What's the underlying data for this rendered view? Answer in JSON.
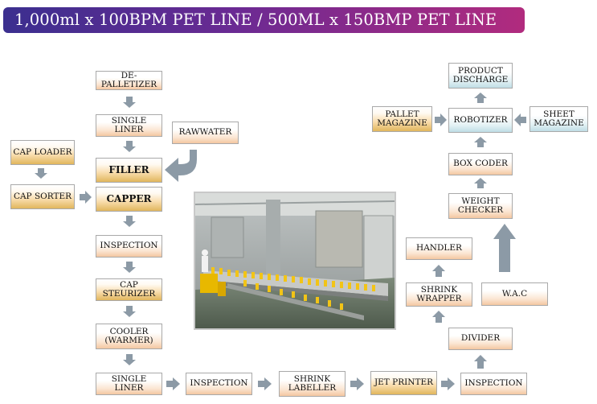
{
  "title": "1,000ml x 100BPM PET LINE / 500ML x 150BMP PET LINE",
  "boxes": {
    "depalletizer": "DE-PALLETIZER",
    "single_liner_1": "SINGLE LINER",
    "rawwater": "RAWWATER",
    "cap_loader": "CAP LOADER",
    "filler": "FILLER",
    "cap_sorter": "CAP SORTER",
    "capper": "CAPPER",
    "inspection_1": "INSPECTION",
    "cap_steurizer": "CAP STEURIZER",
    "cooler": "COOLER\n(WARMER)",
    "single_liner_2": "SINGLE LINER",
    "inspection_2": "INSPECTION",
    "shrink_labeller": "SHRINK\nLABELLER",
    "jet_printer": "JET PRINTER",
    "inspection_3": "INSPECTION",
    "divider": "DIVIDER",
    "wac": "W.A.C",
    "shrink_wrapper": "SHRINK\nWRAPPER",
    "handler": "HANDLER",
    "weight_checker": "WEIGHT\nCHECKER",
    "box_coder": "BOX CODER",
    "robotizer": "ROBOTIZER",
    "pallet_magazine": "PALLET\nMAGAZINE",
    "sheet_magazine": "SHEET\nMAGAZINE",
    "product_discharge": "PRODUCT\nDISCHARGE"
  },
  "colors": {
    "arrow": "#8c9aa6",
    "banner_start": "#3b2f8f",
    "banner_end": "#b12b7e"
  }
}
